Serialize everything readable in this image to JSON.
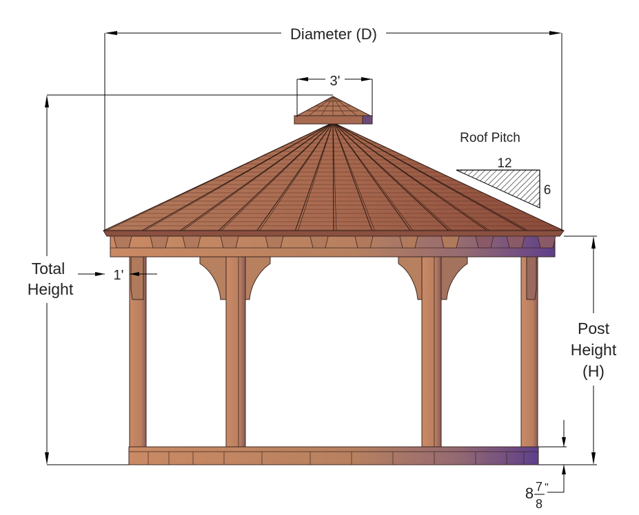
{
  "labels": {
    "diameter": "Diameter (D)",
    "cupola_width": "3'",
    "roof_pitch_title": "Roof Pitch",
    "pitch_run": "12",
    "pitch_rise": "6",
    "overhang": "1'",
    "total_height_line1": "Total",
    "total_height_line2": "Height",
    "post_height_line1": "Post",
    "post_height_line2": "Height",
    "post_height_line3": "(H)",
    "floor_whole": "8",
    "floor_num": "7",
    "floor_den": "8",
    "floor_unit": "\""
  },
  "colors": {
    "wood_light": "#c98a64",
    "wood_mid": "#a8715a",
    "wood_dark": "#6b4a7a",
    "roof_light": "#b67a5c",
    "roof_dark": "#7a3d2c",
    "outline": "#3a2520"
  }
}
